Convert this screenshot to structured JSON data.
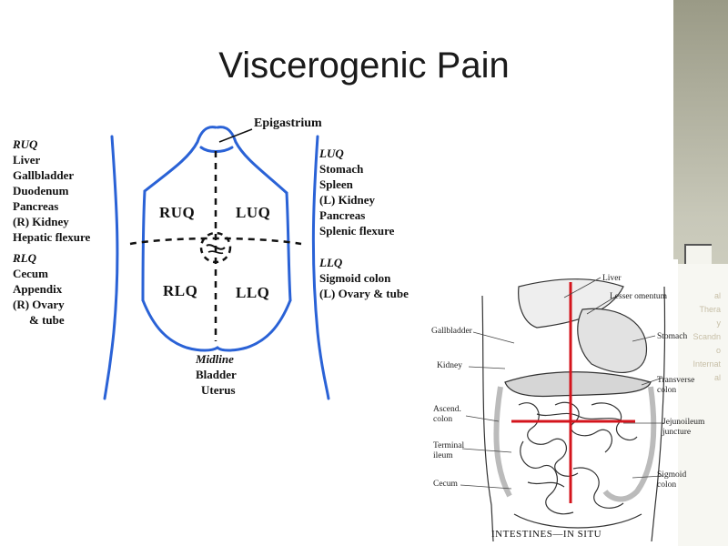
{
  "title": "Viscerogenic Pain",
  "abdomen": {
    "epigastrium": "Epigastrium",
    "ruq_list": [
      "RUQ",
      "Liver",
      "Gallbladder",
      "Duodenum",
      "Pancreas",
      "(R) Kidney",
      "Hepatic flexure"
    ],
    "rlq_list": [
      "RLQ",
      "Cecum",
      "Appendix",
      "(R) Ovary",
      "& tube"
    ],
    "luq_list": [
      "LUQ",
      "Stomach",
      "Spleen",
      "(L) Kidney",
      "Pancreas",
      "Splenic flexure"
    ],
    "llq_list": [
      "LLQ",
      "Sigmoid colon",
      "(L) Ovary & tube"
    ],
    "midline_list": [
      "Midline",
      "Bladder",
      "Uterus"
    ],
    "quadrants": [
      "RUQ",
      "LUQ",
      "RLQ",
      "LLQ"
    ],
    "outline_color": "#2a62d6"
  },
  "intestines": {
    "caption": "INTESTINES—IN SITU",
    "labels": {
      "liver": "Liver",
      "lesser_omentum": "Lesser omentum",
      "stomach": "Stomach",
      "transverse_colon": "Transverse colon",
      "jejunoileum": "Jejunoileum juncture",
      "sigmoid_colon": "Sigmoid colon",
      "gallbladder": "Gallbladder",
      "kidney": "Kidney",
      "ascend_colon": "Ascend. colon",
      "terminal_ileum": "Terminal ileum",
      "cecum": "Cecum"
    },
    "crosshair_color": "#d4141c"
  },
  "side_band": {
    "texts": [
      "al",
      "Thera",
      "y",
      "Scandn",
      "o",
      "Internat",
      "al"
    ]
  }
}
